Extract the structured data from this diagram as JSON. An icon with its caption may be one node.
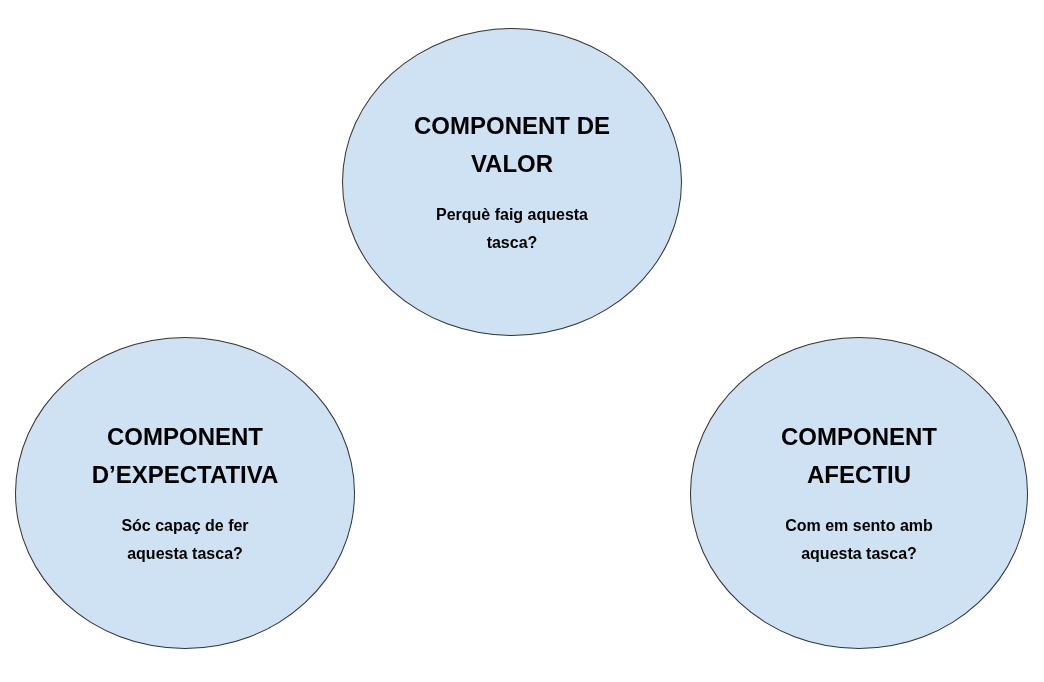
{
  "diagram": {
    "nodes": [
      {
        "text": [
          "COMPONENT DE VALOR",
          "Perquè faig aquesta tasca?"
        ]
      },
      {
        "text": [
          "COMPONENT D’EXPECTATIVA",
          "Sóc capaç de fer aquesta tasca?"
        ]
      },
      {
        "text": [
          "COMPONENT AFECTIU",
          "Com em sento amb aquesta tasca?"
        ]
      }
    ],
    "edges": []
  }
}
